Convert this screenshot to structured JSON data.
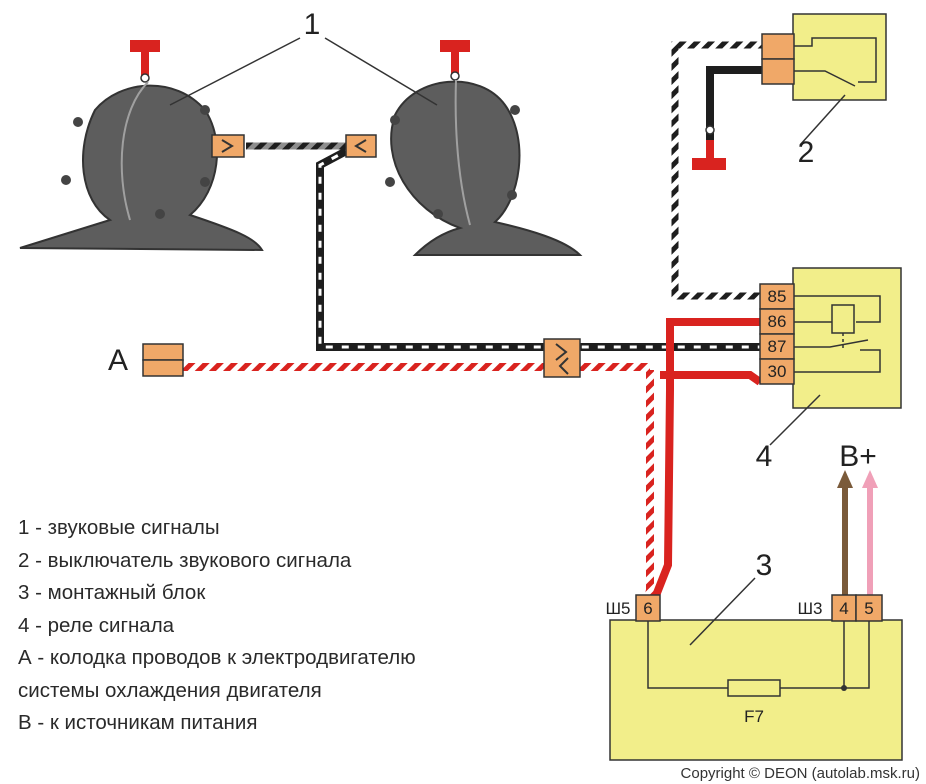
{
  "labels": {
    "horns_callout": "1",
    "switch_callout": "2",
    "block_callout": "3",
    "relay_callout": "4",
    "connector_a": "А",
    "power": "В+"
  },
  "relay_pins": [
    "85",
    "86",
    "87",
    "30"
  ],
  "block": {
    "connector_left": "Ш5",
    "connector_right": "Ш3",
    "pin_left": "6",
    "pin_right_1": "4",
    "pin_right_2": "5",
    "fuse": "F7"
  },
  "legend": [
    "1 - звуковые сигналы",
    "2 - выключатель звукового сигнала",
    "3 - монтажный блок",
    "4 - реле сигнала",
    "А - колодка проводов к электродвигателю",
    "системы охлаждения двигателя",
    "В - к источникам питания"
  ],
  "copyright": "Copyright © DEON (autolab.msk.ru)",
  "colors": {
    "horn": "#5d5d5d",
    "connector": "#f0a868",
    "module": "#f2ee8a",
    "wire_red": "#d9231f",
    "wire_black": "#1e1e1e",
    "wire_grey": "#8e8e8e",
    "wire_brown": "#7a5a3a",
    "wire_pink": "#f0a0b8"
  }
}
